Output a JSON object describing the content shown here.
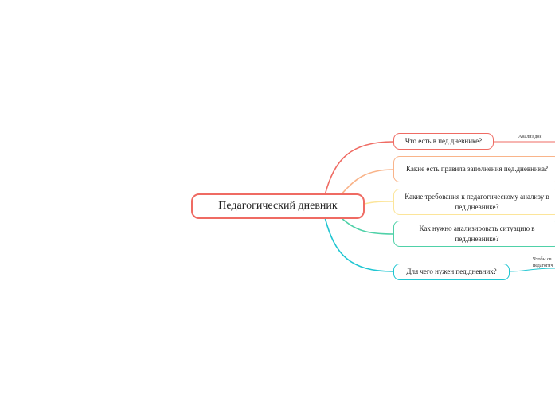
{
  "root": {
    "label": "Педагогический дневник",
    "color": "#ef6b63"
  },
  "branches": [
    {
      "label": "Что есть в пед.дневнике?",
      "color": "#ef6b63"
    },
    {
      "label": "Какие есть правила заполнения пед.дневника?",
      "color": "#f9b48a"
    },
    {
      "label": "Какие требования к педагогическому анализу в пед.дневнике?",
      "color": "#fce59a"
    },
    {
      "label": "Как нужно анализировать ситуацию в пед.дневнике?",
      "color": "#4fd1a8"
    },
    {
      "label": "Для чего нужен пед.дневник?",
      "color": "#20c6d2"
    }
  ],
  "leaves": [
    {
      "label": "Анализ дня",
      "color": "#ef6b63"
    },
    {
      "label_line1": "Чтобы св",
      "label_line2": "педагогич",
      "color": "#20c6d2"
    }
  ]
}
